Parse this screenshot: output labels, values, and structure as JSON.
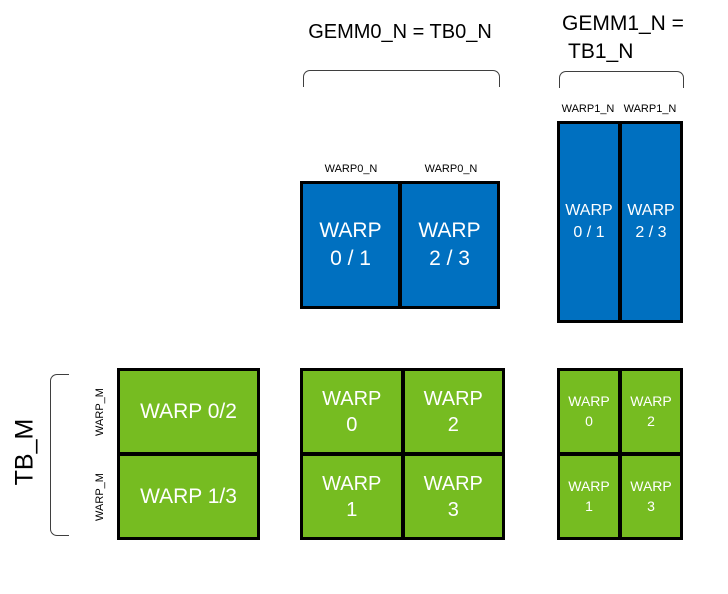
{
  "colors": {
    "blue": "#0070C0",
    "green": "#76BC21",
    "border": "#000000",
    "bracket": "#3F3F3F",
    "cell_text": "#FFFFFF",
    "label_text": "#000000"
  },
  "header": {
    "gemm0_label": "GEMM0_N = TB0_N",
    "gemm1_label_line1": "GEMM1_N =",
    "gemm1_label_line2": "TB1_N"
  },
  "axis_labels": {
    "warp0_n_left": "WARP0_N",
    "warp0_n_right": "WARP0_N",
    "warp1_n_left": "WARP1_N",
    "warp1_n_right": "WARP1_N",
    "tb_m": "TB_M",
    "warp_m_top": "WARP_M",
    "warp_m_bottom": "WARP_M"
  },
  "blue_wide": {
    "cells": [
      {
        "line1": "WARP",
        "line2": "0 / 1"
      },
      {
        "line1": "WARP",
        "line2": "2 / 3"
      }
    ]
  },
  "blue_tall": {
    "cells": [
      {
        "line1": "WARP",
        "line2": "0 / 1"
      },
      {
        "line1": "WARP",
        "line2": "2 / 3"
      }
    ]
  },
  "green_left": {
    "rows": [
      {
        "label": "WARP 0/2"
      },
      {
        "label": "WARP 1/3"
      }
    ]
  },
  "green_mid": {
    "cells": [
      {
        "line1": "WARP",
        "line2": "0"
      },
      {
        "line1": "WARP",
        "line2": "2"
      },
      {
        "line1": "WARP",
        "line2": "1"
      },
      {
        "line1": "WARP",
        "line2": "3"
      }
    ]
  },
  "green_right": {
    "cells": [
      {
        "line1": "WARP",
        "line2": "0"
      },
      {
        "line1": "WARP",
        "line2": "2"
      },
      {
        "line1": "WARP",
        "line2": "1"
      },
      {
        "line1": "WARP",
        "line2": "3"
      }
    ]
  }
}
